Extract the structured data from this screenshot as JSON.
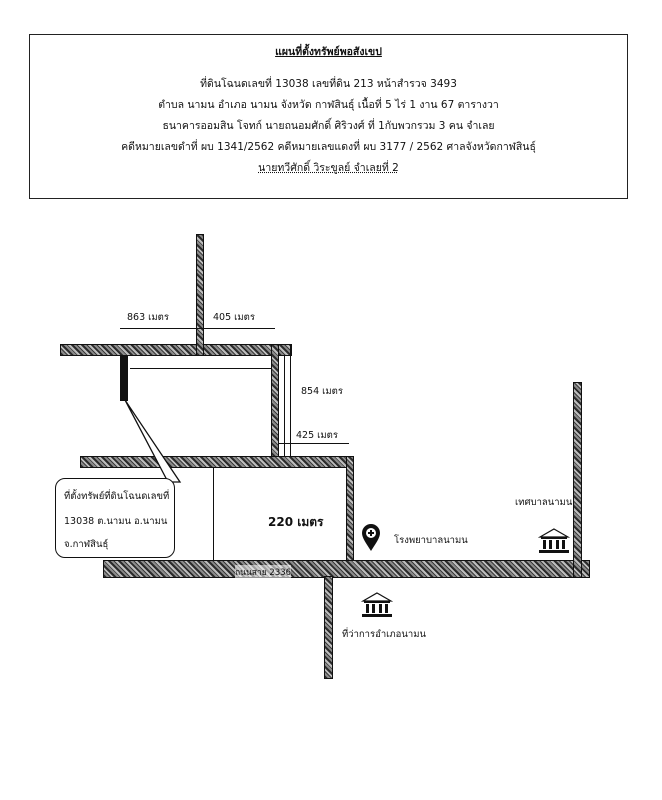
{
  "header": {
    "title": "แผนที่ตั้งทรัพย์พอสังเขป",
    "line2": "ที่ดินโฉนดเลขที่ 13038 เลขที่ดิน 213 หน้าสำรวจ 3493",
    "line3": "ตำบล นามน อำเภอ นามน จังหวัด กาฬสินธุ์ เนื้อที่ 5 ไร่ 1 งาน 67 ตารางวา",
    "line4": "ธนาคารออมสิน โจทก์ นายถนอมศักดิ์ ศิริวงศ์ ที่ 1กับพวกรวม 3 คน จำเลย",
    "line5": "คดีหมายเลขดำที่ ผบ 1341/2562 คดีหมายเลขแดงที่ ผบ 3177 / 2562 ศาลจังหวัดกาฬสินธุ์",
    "line6": "นายทวีศักดิ์ วิระขูลย์ จำเลยที่ 2"
  },
  "map": {
    "distances": {
      "d863": "863 เมตร",
      "d405": "405 เมตร",
      "d854": "854 เมตร",
      "d425": "425 เมตร",
      "d220": "220 เมตร"
    },
    "road_name": "ถนนสาย 2336",
    "callout": {
      "line1": "ที่ตั้งทรัพย์ที่ดินโฉนดเลขที่",
      "line2": "13038 ต.นามน อ.นามน",
      "line3": "จ.กาฬสินธุ์"
    },
    "places": {
      "hospital": "โรงพยาบาลนามน",
      "municipality": "เทศบาลนามน",
      "district_office": "ที่ว่าการอำเภอนามน"
    },
    "icons": {
      "hospital_pin": "map-pin-hospital-icon",
      "municipality": "government-building-icon",
      "district_office": "government-building-icon"
    }
  }
}
